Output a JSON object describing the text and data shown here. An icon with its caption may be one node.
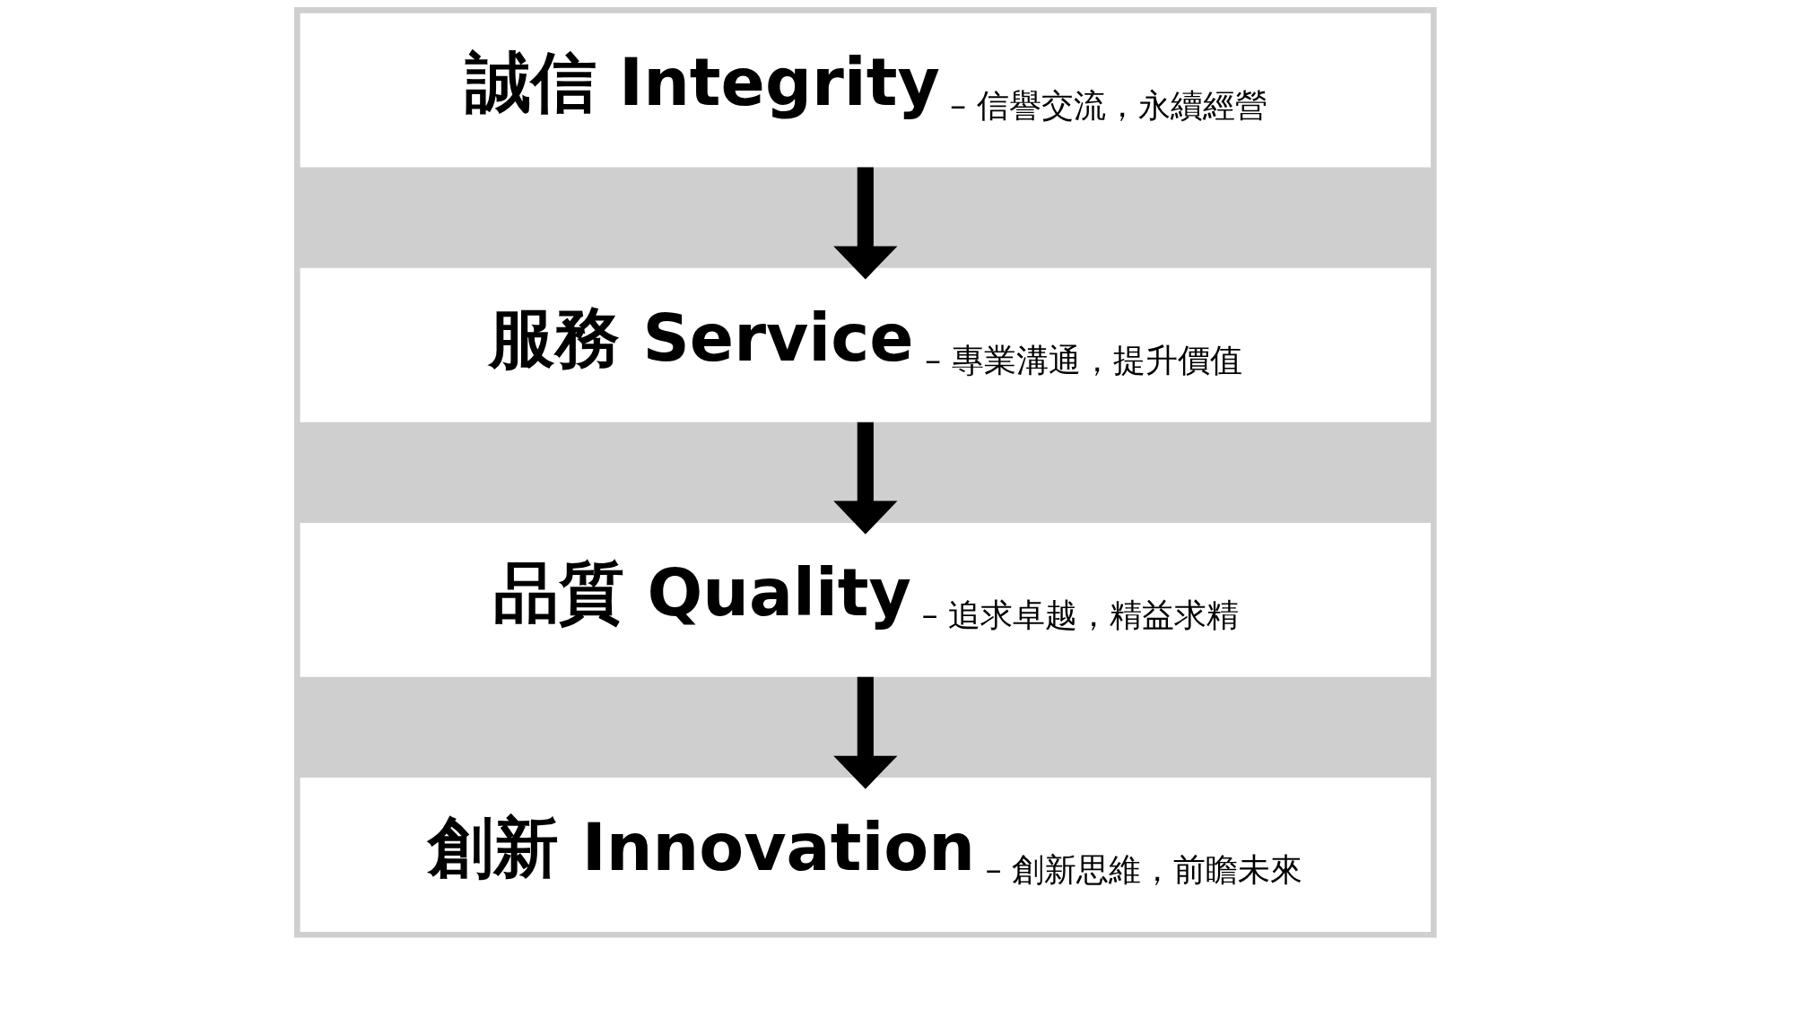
{
  "diagram": {
    "nodes": [
      {
        "text": [
          "誠信 Integrity",
          "– 信譽交流，永續經營"
        ]
      },
      {
        "text": [
          "服務 Service",
          "– 專業溝通，提升價值"
        ]
      },
      {
        "text": [
          "品質 Quality",
          "– 追求卓越，精益求精"
        ]
      },
      {
        "text": [
          "創新 Innovation",
          "– 創新思維，前瞻未來"
        ]
      }
    ],
    "edges": [
      {
        "from": 0,
        "to": 1,
        "arrow": "to"
      },
      {
        "from": 1,
        "to": 2,
        "arrow": "to"
      },
      {
        "from": 2,
        "to": 3,
        "arrow": "to"
      }
    ]
  }
}
